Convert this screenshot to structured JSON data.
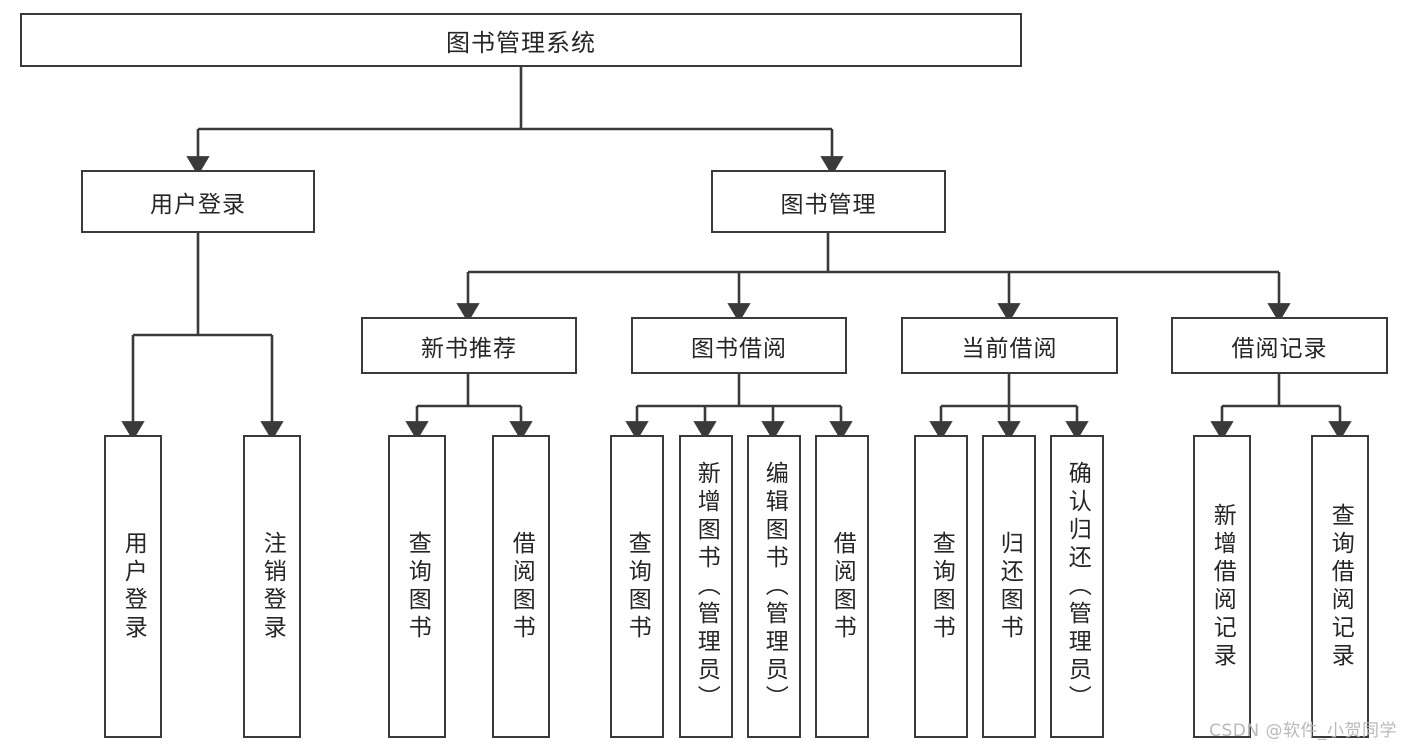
{
  "diagram": {
    "type": "tree",
    "title": "图书管理系统",
    "root": {
      "label": "图书管理系统"
    },
    "level1": [
      {
        "label": "用户登录"
      },
      {
        "label": "图书管理"
      }
    ],
    "level2": [
      {
        "label": "新书推荐",
        "parent": "图书管理"
      },
      {
        "label": "图书借阅",
        "parent": "图书管理"
      },
      {
        "label": "当前借阅",
        "parent": "图书管理"
      },
      {
        "label": "借阅记录",
        "parent": "图书管理"
      }
    ],
    "leaves": {
      "user_login": [
        {
          "label": "用户登录"
        },
        {
          "label": "注销登录"
        }
      ],
      "new_book_recommend": [
        {
          "label": "查询图书"
        },
        {
          "label": "借阅图书"
        }
      ],
      "book_borrow": [
        {
          "label": "查询图书"
        },
        {
          "label": "新增图书（管理员）"
        },
        {
          "label": "编辑图书（管理员）"
        },
        {
          "label": "借阅图书"
        }
      ],
      "current_borrow": [
        {
          "label": "查询图书"
        },
        {
          "label": "归还图书"
        },
        {
          "label": "确认归还（管理员）"
        }
      ],
      "borrow_record": [
        {
          "label": "新增借阅记录"
        },
        {
          "label": "查询借阅记录"
        }
      ]
    }
  },
  "watermark": {
    "text": "CSDN @软件_小贺同学"
  },
  "colors": {
    "stroke": "#3a3a3a",
    "box_fill": "#ffffff",
    "text": "#262626",
    "watermark": "#b9b9b9"
  }
}
